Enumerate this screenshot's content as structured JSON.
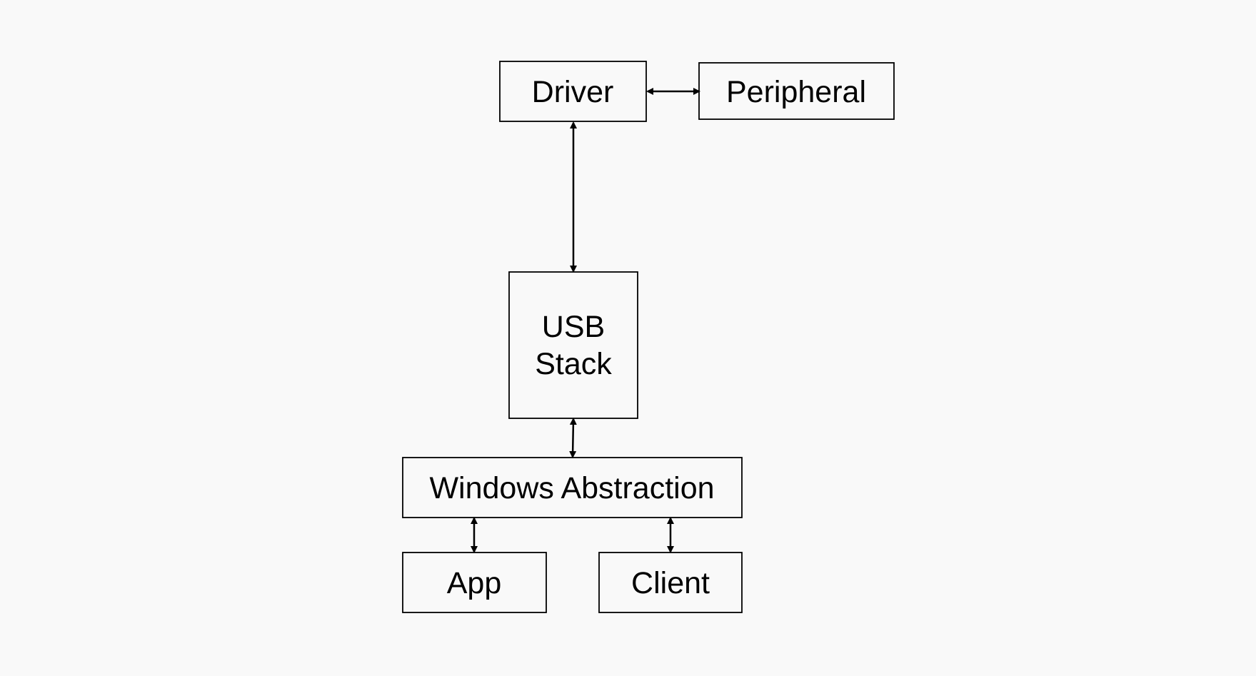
{
  "diagram": {
    "background": "#f9f9f9",
    "stroke_color": "#000000",
    "nodes": [
      {
        "id": "driver",
        "lines": [
          "Driver"
        ]
      },
      {
        "id": "peripheral",
        "lines": [
          "Peripheral"
        ]
      },
      {
        "id": "usb-stack",
        "lines": [
          "USB",
          "Stack"
        ]
      },
      {
        "id": "windows-abstraction",
        "lines": [
          "Windows Abstraction"
        ]
      },
      {
        "id": "app",
        "lines": [
          "App"
        ]
      },
      {
        "id": "client",
        "lines": [
          "Client"
        ]
      }
    ],
    "edges": [
      {
        "from": "driver",
        "to": "peripheral",
        "direction": "both"
      },
      {
        "from": "driver",
        "to": "usb-stack",
        "direction": "both"
      },
      {
        "from": "usb-stack",
        "to": "windows-abstraction",
        "direction": "both"
      },
      {
        "from": "windows-abstraction",
        "to": "app",
        "direction": "both"
      },
      {
        "from": "windows-abstraction",
        "to": "client",
        "direction": "both"
      }
    ]
  }
}
